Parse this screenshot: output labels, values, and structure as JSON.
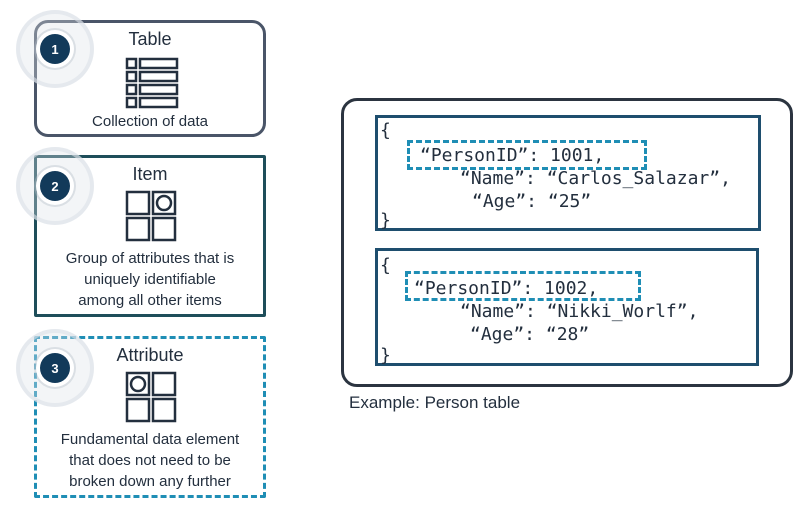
{
  "cards": [
    {
      "number": "1",
      "title": "Table",
      "description_lines": [
        "Collection of data"
      ]
    },
    {
      "number": "2",
      "title": "Item",
      "description_lines": [
        "Group of attributes that is",
        "uniquely identifiable",
        "among all other items"
      ]
    },
    {
      "number": "3",
      "title": "Attribute",
      "description_lines": [
        "Fundamental data element",
        "that does not need to be",
        "broken down any further"
      ]
    }
  ],
  "example": {
    "caption": "Example: Person table",
    "items": [
      {
        "open_brace": "{",
        "pk_line": "“PersonID”: 1001,",
        "name_line": "“Name”: “Carlos_Salazar”,",
        "age_line": "“Age”: “25”",
        "close_brace": "}"
      },
      {
        "open_brace": "{",
        "pk_line": "“PersonID”: 1002,",
        "name_line": "“Name”: “Nikki_Worlf”,",
        "age_line": "“Age”: “28”",
        "close_brace": "}"
      }
    ]
  },
  "colors": {
    "badge": "#123a5a",
    "highlight_dashed": "#1f8eb5",
    "item_border": "#1e4e5a",
    "table_border": "#4a5568"
  }
}
